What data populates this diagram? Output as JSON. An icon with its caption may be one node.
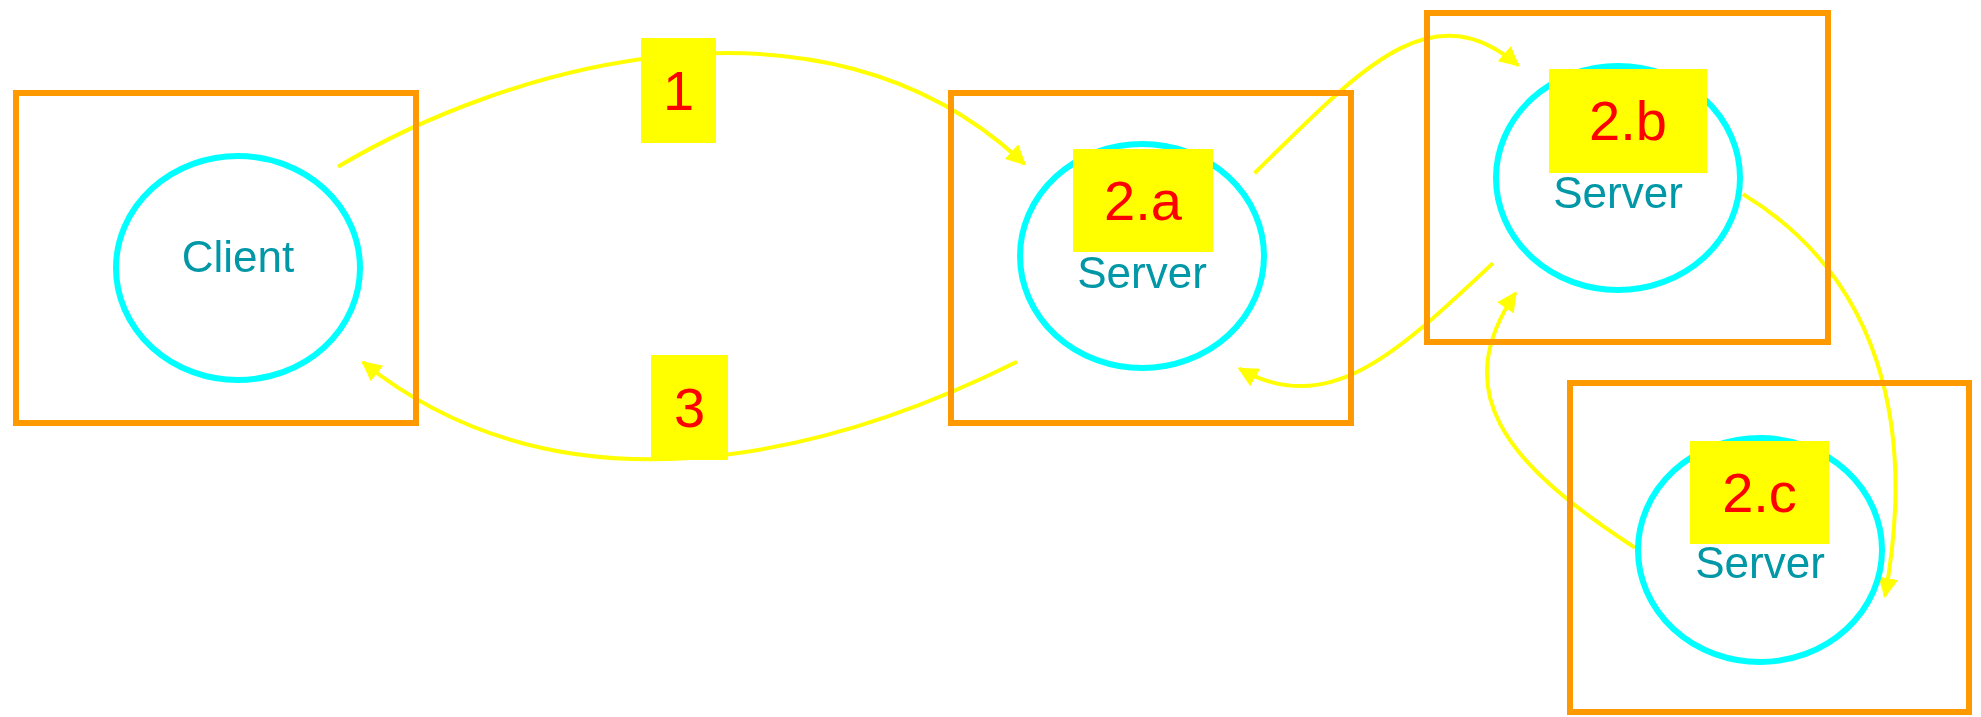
{
  "diagram": {
    "nodes": [
      {
        "text": [],
        "shape": "box"
      },
      {
        "text": [
          "Client"
        ],
        "in": 0
      },
      {
        "text": [],
        "shape": "box"
      },
      {
        "text": [
          "2.a",
          "Server"
        ],
        "in": 2
      },
      {
        "text": [],
        "shape": "box"
      },
      {
        "text": [
          "2.b",
          "Server"
        ],
        "in": 4
      },
      {
        "text": [],
        "shape": "box"
      },
      {
        "text": [
          "2.c",
          "Server"
        ],
        "in": 6
      }
    ],
    "edges": [
      {
        "from": 1,
        "to": 3,
        "arrow": "to",
        "label": "1"
      },
      {
        "from": 3,
        "to": 5,
        "arrow": "to"
      },
      {
        "from": 5,
        "to": 3,
        "arrow": "to"
      },
      {
        "from": 5,
        "to": 7,
        "arrow": "to"
      },
      {
        "from": 7,
        "to": 5,
        "arrow": "to"
      },
      {
        "from": 3,
        "to": 1,
        "arrow": "to",
        "label": "3"
      }
    ]
  }
}
